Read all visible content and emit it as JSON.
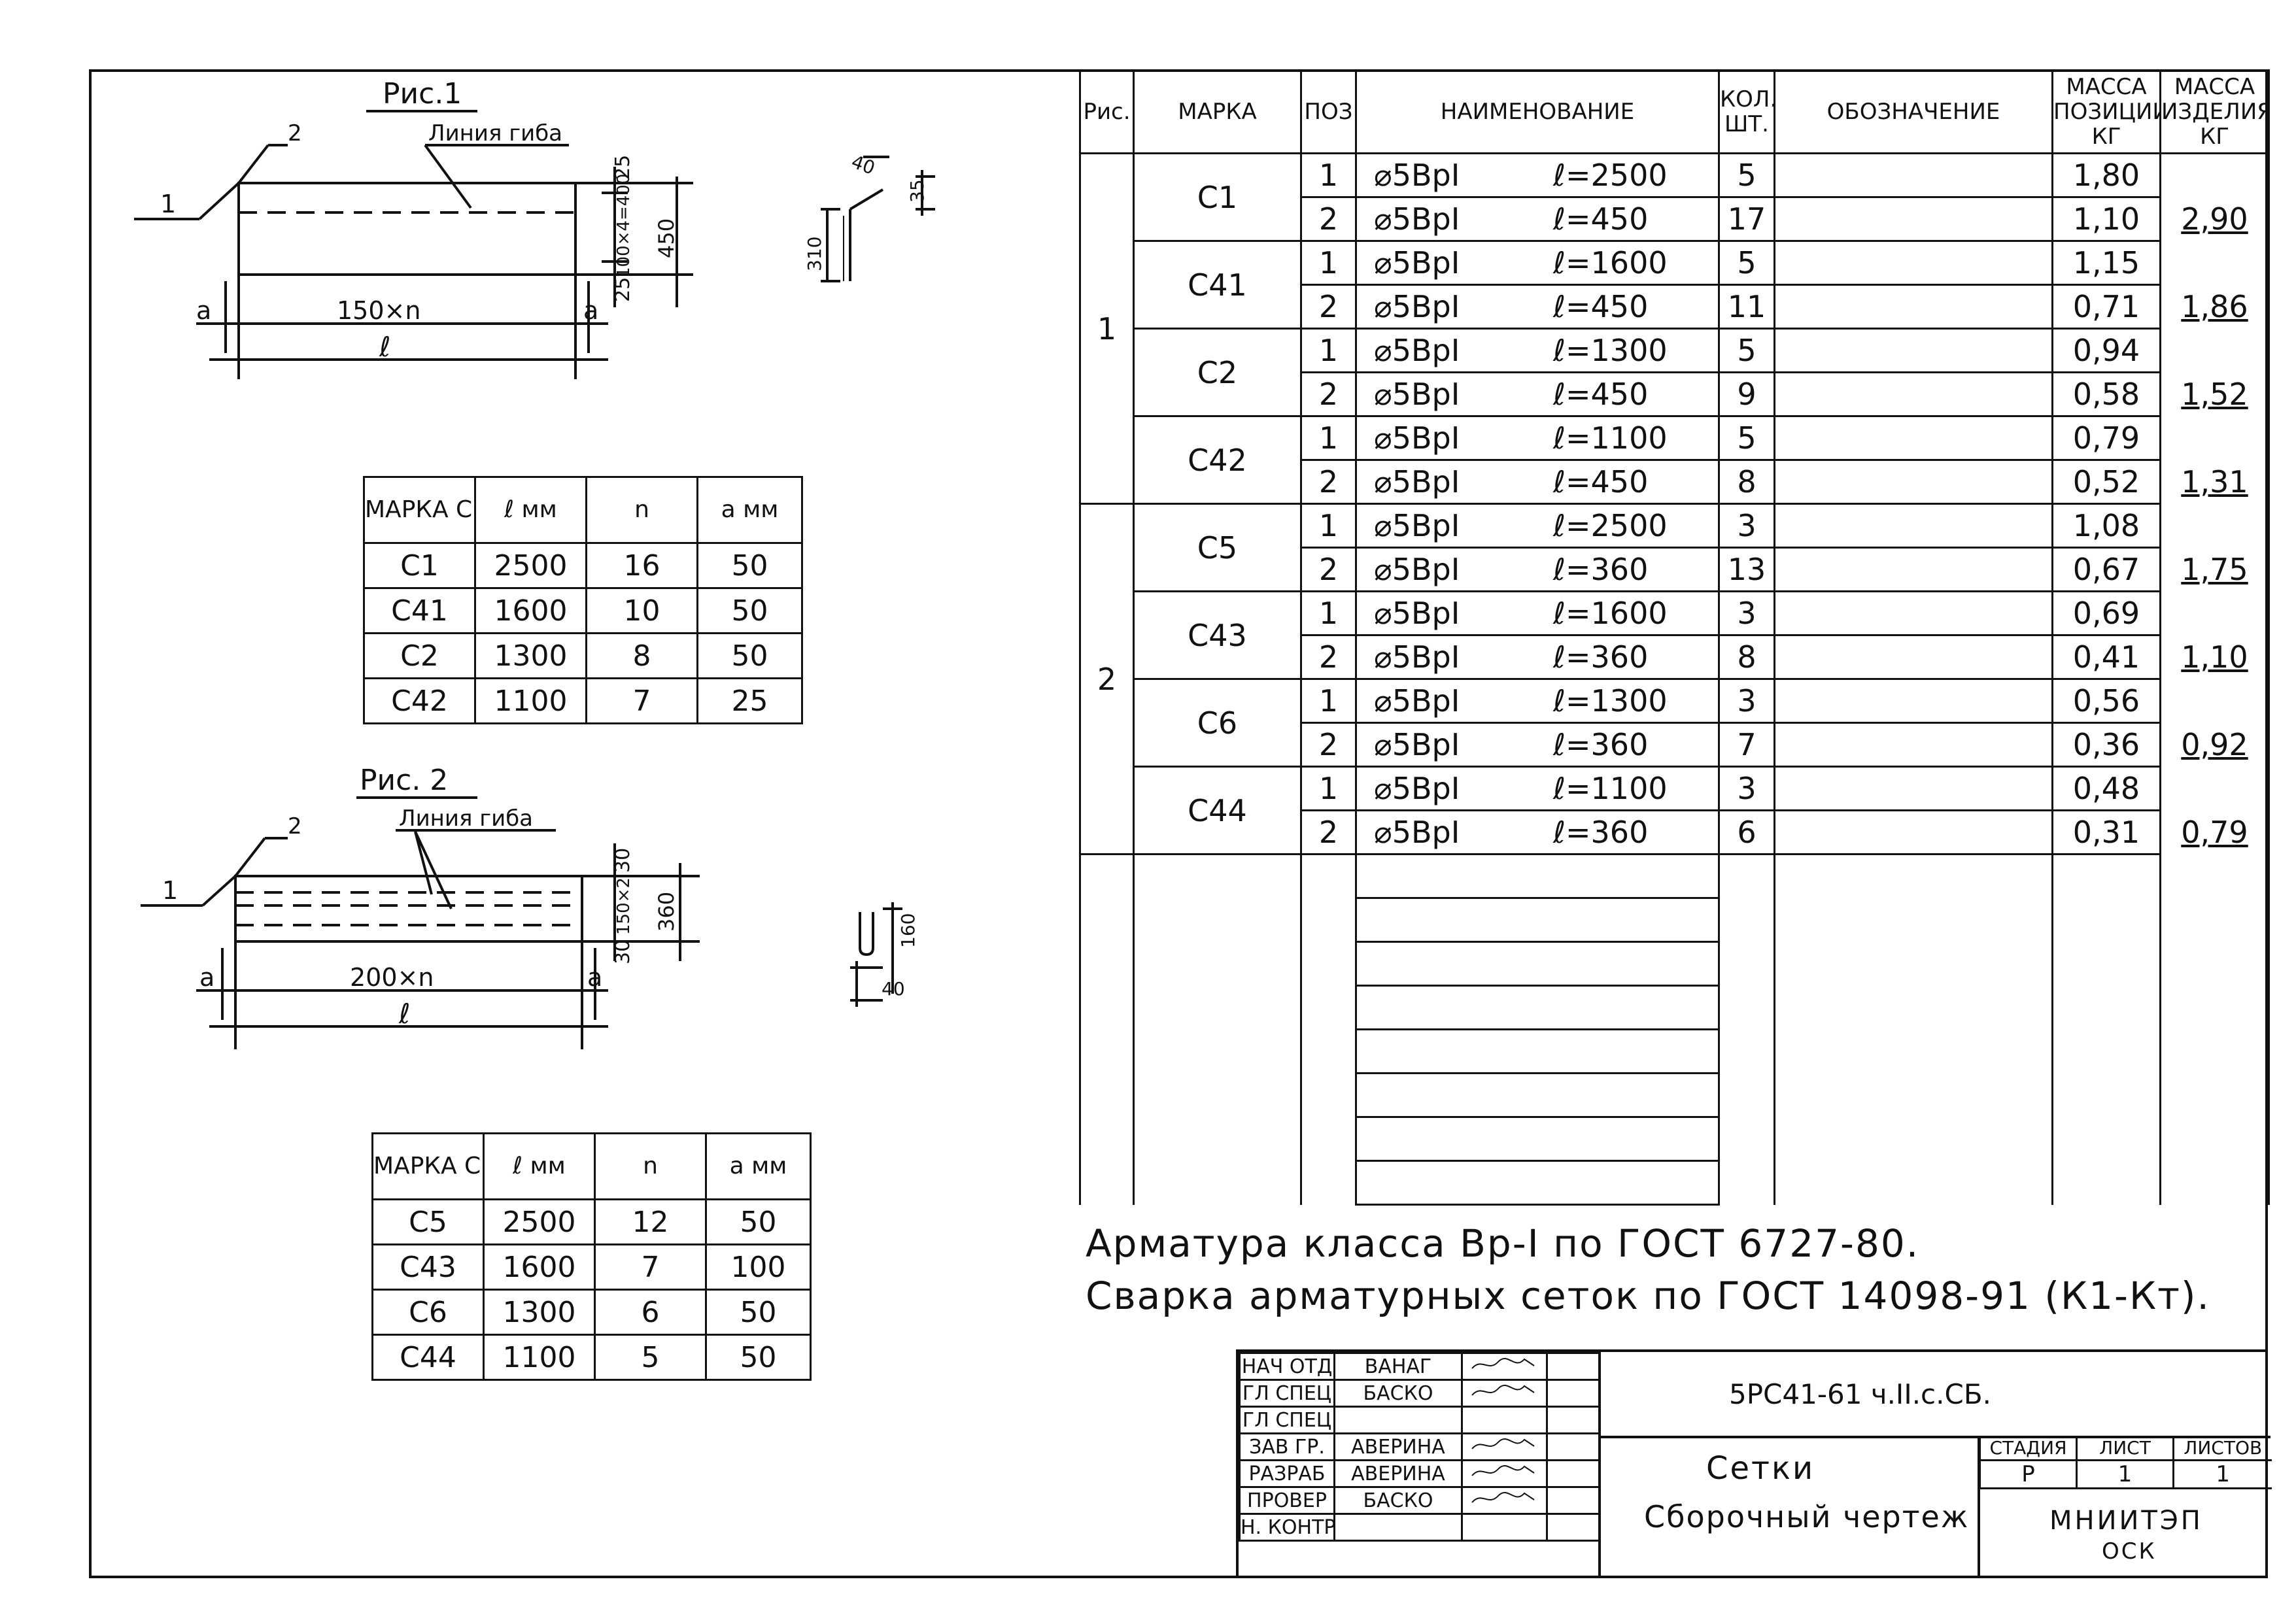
{
  "fig1": {
    "title": "Рис.1",
    "bend_label": "Линия гиба",
    "callout_1": "1",
    "callout_2": "2",
    "dim_a_left": "a",
    "dim_a_right": "a",
    "dim_150n": "150×n",
    "dim_l": "ℓ",
    "dim_25_top": "25",
    "dim_100x4": "100×4=400",
    "dim_25_bot": "25",
    "dim_450": "450",
    "profile_dim_40": "40",
    "profile_dim_35": "35",
    "profile_dim_310": "310"
  },
  "fig2": {
    "title": "Рис. 2",
    "bend_label": "Линия гиба",
    "callout_1": "1",
    "callout_2": "2",
    "dim_a_left": "a",
    "dim_a_right": "a",
    "dim_200n": "200×n",
    "dim_l": "ℓ",
    "dim_30_top": "30",
    "dim_150x2": "150×2",
    "dim_30_bot": "30",
    "dim_360": "360",
    "profile_dim_160": "160",
    "profile_dim_40": "40"
  },
  "table1": {
    "headers": [
      "МАРКА СЕТКИ",
      "ℓ мм",
      "n",
      "a мм"
    ],
    "rows": [
      [
        "С1",
        "2500",
        "16",
        "50"
      ],
      [
        "С41",
        "1600",
        "10",
        "50"
      ],
      [
        "С2",
        "1300",
        "8",
        "50"
      ],
      [
        "С42",
        "1100",
        "7",
        "25"
      ]
    ]
  },
  "table2": {
    "headers": [
      "МАРКА СЕТКИ",
      "ℓ мм",
      "n",
      "a мм"
    ],
    "rows": [
      [
        "С5",
        "2500",
        "12",
        "50"
      ],
      [
        "С43",
        "1600",
        "7",
        "100"
      ],
      [
        "С6",
        "1300",
        "6",
        "50"
      ],
      [
        "С44",
        "1100",
        "5",
        "50"
      ]
    ]
  },
  "spec": {
    "headers": {
      "fig": "Рис.",
      "mark": "МАРКА",
      "pos": "ПОЗ",
      "name": "НАИМЕНОВАНИЕ",
      "qty": "КОЛ. ШТ.",
      "designation": "ОБОЗНАЧЕНИЕ",
      "mass_pos": "МАССА ПОЗИЦИИ, КГ",
      "mass_item": "МАССА ИЗДЕЛИЯ, КГ"
    },
    "fig_groups": [
      {
        "fig": "1"
      },
      {
        "fig": "2"
      }
    ],
    "marks": [
      {
        "mark": "С1",
        "total": "2,90",
        "items": [
          {
            "pos": "1",
            "bar": "⌀5ВрI",
            "len": "ℓ=2500",
            "qty": "5",
            "mass": "1,80"
          },
          {
            "pos": "2",
            "bar": "⌀5ВрI",
            "len": "ℓ=450",
            "qty": "17",
            "mass": "1,10"
          }
        ]
      },
      {
        "mark": "С41",
        "total": "1,86",
        "items": [
          {
            "pos": "1",
            "bar": "⌀5ВрI",
            "len": "ℓ=1600",
            "qty": "5",
            "mass": "1,15"
          },
          {
            "pos": "2",
            "bar": "⌀5ВрI",
            "len": "ℓ=450",
            "qty": "11",
            "mass": "0,71"
          }
        ]
      },
      {
        "mark": "С2",
        "total": "1,52",
        "items": [
          {
            "pos": "1",
            "bar": "⌀5ВрI",
            "len": "ℓ=1300",
            "qty": "5",
            "mass": "0,94"
          },
          {
            "pos": "2",
            "bar": "⌀5ВрI",
            "len": "ℓ=450",
            "qty": "9",
            "mass": "0,58"
          }
        ]
      },
      {
        "mark": "С42",
        "total": "1,31",
        "items": [
          {
            "pos": "1",
            "bar": "⌀5ВрI",
            "len": "ℓ=1100",
            "qty": "5",
            "mass": "0,79"
          },
          {
            "pos": "2",
            "bar": "⌀5ВрI",
            "len": "ℓ=450",
            "qty": "8",
            "mass": "0,52"
          }
        ]
      },
      {
        "mark": "С5",
        "total": "1,75",
        "items": [
          {
            "pos": "1",
            "bar": "⌀5ВрI",
            "len": "ℓ=2500",
            "qty": "3",
            "mass": "1,08"
          },
          {
            "pos": "2",
            "bar": "⌀5ВрI",
            "len": "ℓ=360",
            "qty": "13",
            "mass": "0,67"
          }
        ]
      },
      {
        "mark": "С43",
        "total": "1,10",
        "items": [
          {
            "pos": "1",
            "bar": "⌀5ВрI",
            "len": "ℓ=1600",
            "qty": "3",
            "mass": "0,69"
          },
          {
            "pos": "2",
            "bar": "⌀5ВрI",
            "len": "ℓ=360",
            "qty": "8",
            "mass": "0,41"
          }
        ]
      },
      {
        "mark": "С6",
        "total": "0,92",
        "items": [
          {
            "pos": "1",
            "bar": "⌀5ВрI",
            "len": "ℓ=1300",
            "qty": "3",
            "mass": "0,56"
          },
          {
            "pos": "2",
            "bar": "⌀5ВрI",
            "len": "ℓ=360",
            "qty": "7",
            "mass": "0,36"
          }
        ]
      },
      {
        "mark": "С44",
        "total": "0,79",
        "items": [
          {
            "pos": "1",
            "bar": "⌀5ВрI",
            "len": "ℓ=1100",
            "qty": "3",
            "mass": "0,48"
          },
          {
            "pos": "2",
            "bar": "⌀5ВрI",
            "len": "ℓ=360",
            "qty": "6",
            "mass": "0,31"
          }
        ]
      }
    ]
  },
  "notes": {
    "line1": "Арматура класса Вр-I по ГОСТ 6727-80.",
    "line2": "Сварка арматурных сеток по ГОСТ 14098-91 (К1-Кт)."
  },
  "title_block": {
    "doc_code": "5РС41-61 ч.II.с.СБ.",
    "title_line1": "Сетки",
    "title_line2": "Сборочный чертеж",
    "stage_label": "СТАДИЯ",
    "sheet_label": "ЛИСТ",
    "sheets_label": "ЛИСТОВ",
    "stage": "Р",
    "sheet": "1",
    "sheets": "1",
    "org_line1": "МНИИТЭП",
    "org_line2": "ОСК",
    "roles": [
      {
        "role": "НАЧ ОТД",
        "name": "ВАНАГ"
      },
      {
        "role": "ГЛ СПЕЦ",
        "name": "БАСКО"
      },
      {
        "role": "ГЛ СПЕЦ",
        "name": ""
      },
      {
        "role": "ЗАВ ГР.",
        "name": "АВЕРИНА"
      },
      {
        "role": "РАЗРАБ",
        "name": "АВЕРИНА"
      },
      {
        "role": "ПРОВЕР",
        "name": "БАСКО"
      },
      {
        "role": "Н. КОНТР",
        "name": ""
      }
    ]
  }
}
